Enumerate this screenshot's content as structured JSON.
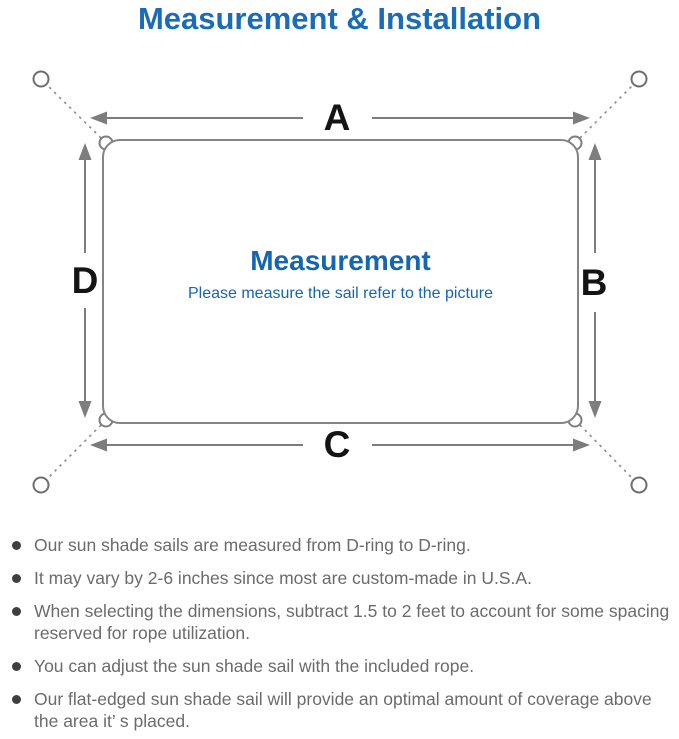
{
  "page": {
    "title": "Measurement & Installation"
  },
  "diagram": {
    "labels": {
      "top": "A",
      "right": "B",
      "bottom": "C",
      "left": "D"
    },
    "center_title": "Measurement",
    "center_subtitle": "Please measure the sail refer to the picture"
  },
  "notes": {
    "items": [
      "Our sun shade sails are measured from D-ring to D-ring.",
      "It may vary by 2-6 inches since most are custom-made in U.S.A.",
      "When selecting the dimensions, subtract 1.5 to 2 feet to account for some spacing reserved for rope utilization.",
      "You can adjust the sun shade sail with the included rope.",
      "Our flat-edged sun shade sail will provide an optimal amount of coverage above the area it’ s placed."
    ]
  },
  "colors": {
    "accent_blue": "#1a6cb8",
    "center_text_blue": "#1565b0",
    "note_text_gray": "#6b6b6b",
    "diagram_line_gray": "#7d7d7d",
    "label_black": "#141414"
  }
}
